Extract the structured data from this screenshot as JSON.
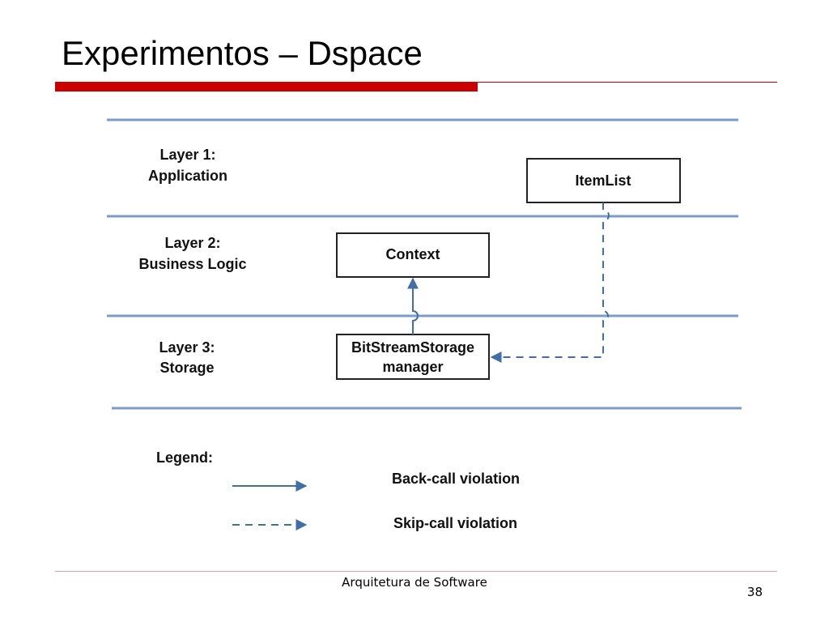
{
  "slide": {
    "title": "Experimentos – Dspace",
    "footer": "Arquitetura de Software",
    "page_number": "38"
  },
  "diagram": {
    "layers": [
      {
        "line1": "Layer 1:",
        "line2": "Application"
      },
      {
        "line1": "Layer 2:",
        "line2": "Business Logic"
      },
      {
        "line1": "Layer 3:",
        "line2": "Storage"
      }
    ],
    "boxes": {
      "itemlist": "ItemList",
      "context": "Context",
      "bitstream_line1": "BitStreamStorage",
      "bitstream_line2": "manager"
    },
    "legend": {
      "title": "Legend:",
      "backcall": "Back-call violation",
      "skipcall": "Skip-call violation"
    },
    "colors": {
      "layer_line": "#7b9cc9",
      "arrow": "#3f6fa6",
      "title_rule": "#cc0000"
    }
  }
}
